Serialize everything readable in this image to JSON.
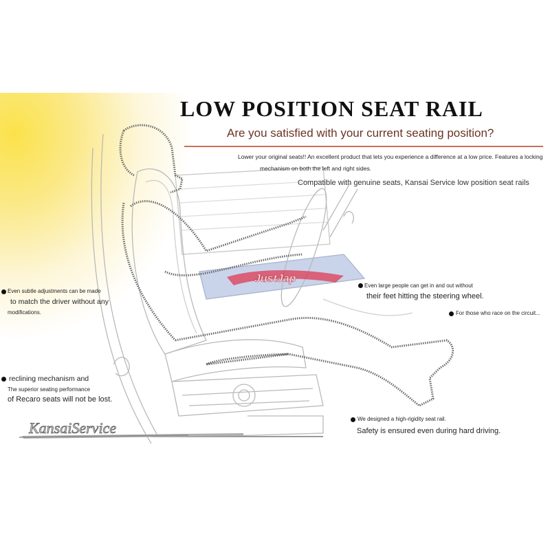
{
  "title": "LOW POSITION SEAT RAIL",
  "subtitle": "Are you satisfied with your current seating position?",
  "lead": {
    "line1": "Lower your original seats!! An excellent product that lets you experience a difference at a low price. Features a locking",
    "line2": "mechanism on both the left and right sides.",
    "compat": "Compatible with genuine seats, Kansai Service low position seat rails"
  },
  "callouts": {
    "adjust": [
      "Even subtle adjustments can be made",
      "to match the driver without any",
      "modifications."
    ],
    "large": [
      "Even large people can get in and out without",
      "their feet hitting the steering wheel."
    ],
    "race": "For those who race on the circuit...",
    "recline": [
      "reclining mechanism and",
      "The superior seating performance",
      "of Recaro seats will not be lost."
    ],
    "rigid": [
      "We designed a high-rigidity seat rail.",
      "Safety is ensured even during hard driving."
    ]
  },
  "logo_text": "KansaiService",
  "watermark_text": "JustJap",
  "colors": {
    "title": "#111111",
    "subtitle": "#6b3326",
    "rule": "#c9705a",
    "watermark": "#e0304a",
    "glow": "#fbe24a"
  }
}
